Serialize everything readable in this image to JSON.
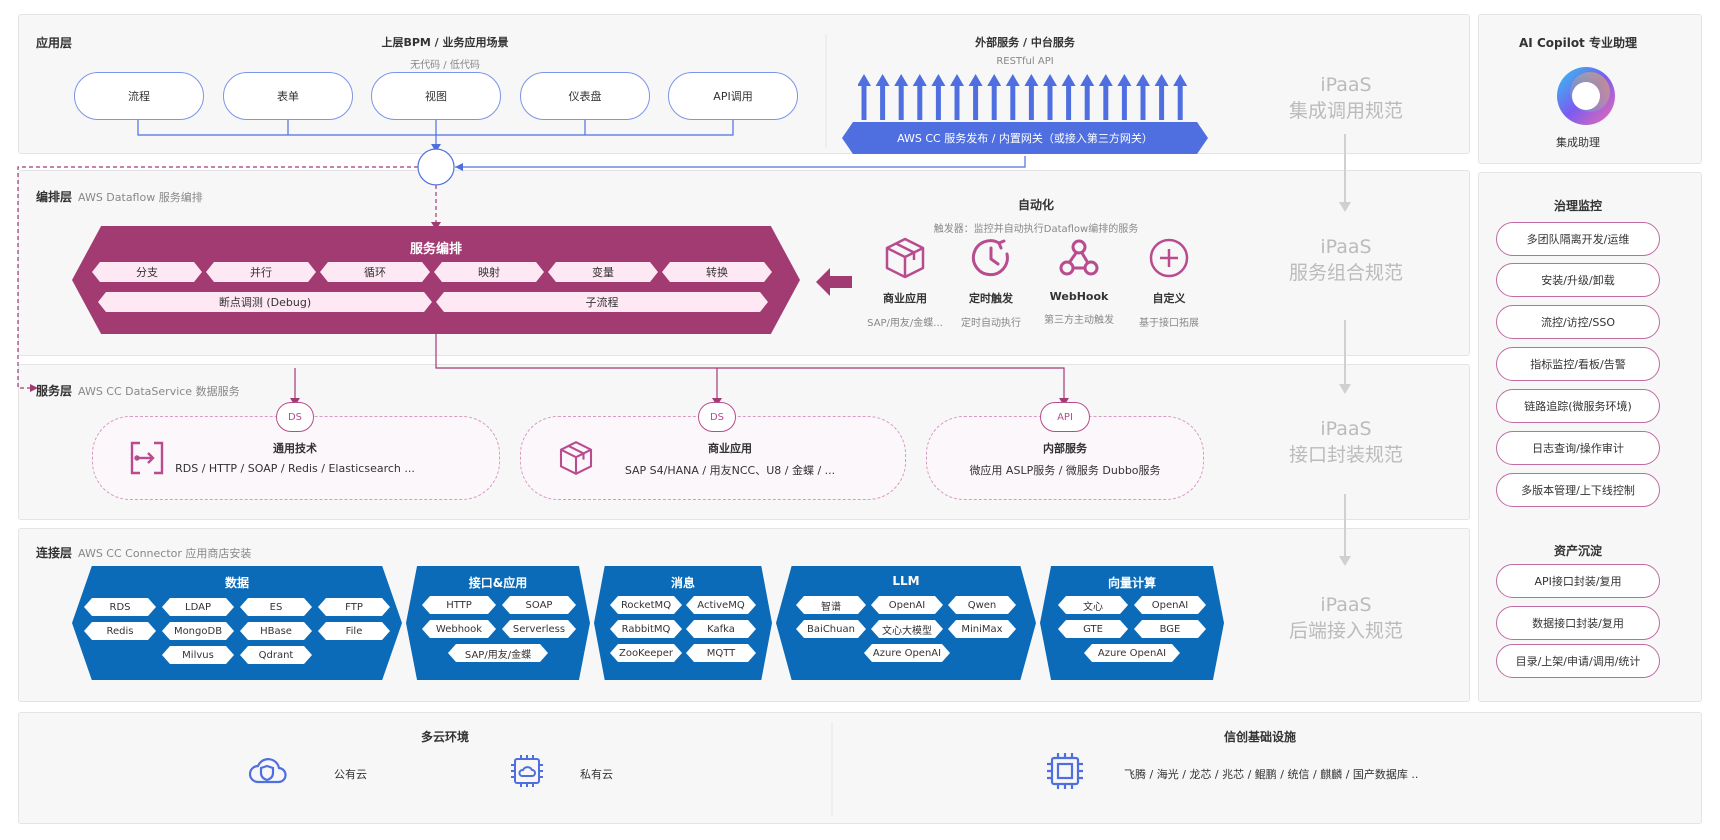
{
  "application_layer": {
    "label": "应用层",
    "bpm": {
      "title": "上层BPM / 业务应用场景",
      "subtitle": "无代码 / 低代码",
      "items": [
        "流程",
        "表单",
        "视图",
        "仪表盘",
        "API调用"
      ]
    },
    "external": {
      "title": "外部服务 / 中台服务",
      "subtitle": "RESTful API",
      "banner": "AWS CC 服务发布 / 内置网关（或接入第三方网关）"
    }
  },
  "orchestration_layer": {
    "label": "编排层",
    "sublabel": "AWS Dataflow 服务编排",
    "main_title": "服务编排",
    "row1": [
      "分支",
      "并行",
      "循环",
      "映射",
      "变量",
      "转换"
    ],
    "row2": [
      "断点调测 (Debug)",
      "子流程"
    ],
    "automation": {
      "title": "自动化",
      "subtitle": "触发器：监控并自动执行Dataflow编排的服务",
      "triggers": [
        {
          "name": "商业应用",
          "desc": "SAP/用友/金蝶...",
          "icon": "box-icon"
        },
        {
          "name": "定时触发",
          "desc": "定时自动执行",
          "icon": "clock-icon"
        },
        {
          "name": "WebHook",
          "desc": "第三方主动触发",
          "icon": "webhook-icon"
        },
        {
          "name": "自定义",
          "desc": "基于接口拓展",
          "icon": "plus-circle-icon"
        }
      ]
    }
  },
  "service_layer": {
    "label": "服务层",
    "sublabel": "AWS CC DataService 数据服务",
    "boxes": [
      {
        "badge": "DS",
        "title": "通用技术",
        "desc": "RDS / HTTP / SOAP / Redis / Elasticsearch ...",
        "icon": "transfer-icon"
      },
      {
        "badge": "DS",
        "title": "商业应用",
        "desc": "SAP S4/HANA / 用友NCC、U8 / 金蝶 / ...",
        "icon": "box-icon"
      },
      {
        "badge": "API",
        "title": "内部服务",
        "desc": "微应用 ASLP服务 / 微服务 Dubbo服务",
        "icon": ""
      }
    ]
  },
  "connection_layer": {
    "label": "连接层",
    "sublabel": "AWS CC Connector 应用商店安装",
    "groups": [
      {
        "title": "数据",
        "items": [
          "RDS",
          "LDAP",
          "ES",
          "FTP",
          "Redis",
          "MongoDB",
          "HBase",
          "File",
          "Milvus",
          "Qdrant"
        ]
      },
      {
        "title": "接口&应用",
        "items": [
          "HTTP",
          "SOAP",
          "Webhook",
          "Serverless",
          "SAP/用友/金蝶"
        ]
      },
      {
        "title": "消息",
        "items": [
          "RocketMQ",
          "ActiveMQ",
          "RabbitMQ",
          "Kafka",
          "ZooKeeper",
          "MQTT"
        ]
      },
      {
        "title": "LLM",
        "items": [
          "智谱",
          "OpenAI",
          "Qwen",
          "BaiChuan",
          "文心大模型",
          "MiniMax",
          "Azure OpenAI"
        ]
      },
      {
        "title": "向量计算",
        "items": [
          "文心",
          "OpenAI",
          "GTE",
          "BGE",
          "Azure OpenAI"
        ]
      }
    ]
  },
  "ipaas": [
    {
      "l1": "iPaaS",
      "l2": "集成调用规范"
    },
    {
      "l1": "iPaaS",
      "l2": "服务组合规范"
    },
    {
      "l1": "iPaaS",
      "l2": "接口封装规范"
    },
    {
      "l1": "iPaaS",
      "l2": "后端接入规范"
    }
  ],
  "sidebar": {
    "copilot_title": "AI Copilot 专业助理",
    "copilot_label": "集成助理",
    "governance_title": "治理监控",
    "governance": [
      "多团队隔离开发/运维",
      "安装/升级/卸载",
      "流控/访控/SSO",
      "指标监控/看板/告警",
      "链路追踪(微服务环境)",
      "日志查询/操作审计",
      "多版本管理/上下线控制"
    ],
    "assets_title": "资产沉淀",
    "assets": [
      "API接口封装/复用",
      "数据接口封装/复用",
      "目录/上架/申请/调用/统计"
    ]
  },
  "infra": {
    "cloud_title": "多云环境",
    "public": "公有云",
    "private": "私有云",
    "xinchuang_title": "信创基础设施",
    "xinchuang_desc": "飞腾 / 海光 / 龙芯 / 兆芯 / 鲲鹏 / 统信 / 麒麟 / 国产数据库 .."
  },
  "colors": {
    "blue": "#0c6bb8",
    "magenta": "#a23b72",
    "app_blue": "#4f6fe0",
    "pink": "#c06ba2"
  }
}
